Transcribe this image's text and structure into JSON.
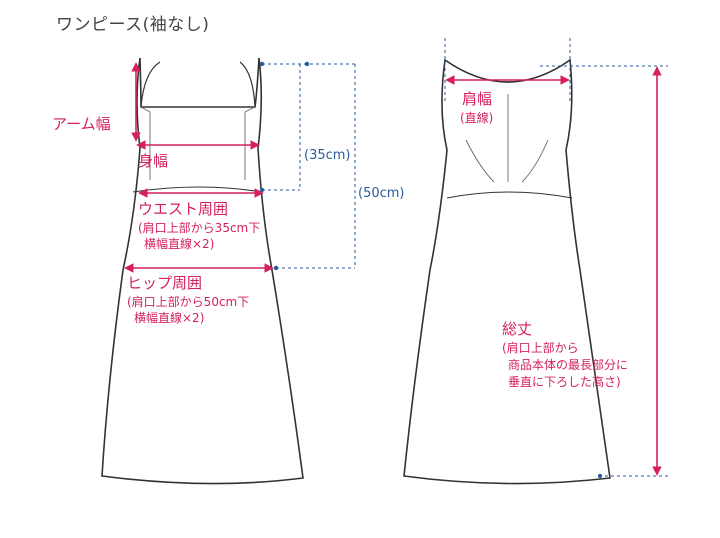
{
  "title": "ワンピース(袖なし)",
  "front": {
    "arm": "アーム幅",
    "chest": "身幅",
    "waist": "ウエスト周囲",
    "waist_note_1": "(肩口上部から35cm下",
    "waist_note_2": "横幅直線×2)",
    "hip": "ヒップ周囲",
    "hip_note_1": "(肩口上部から50cm下",
    "hip_note_2": "横幅直線×2)",
    "dim_35": "(35cm)",
    "dim_50": "(50cm)"
  },
  "back": {
    "shoulder": "肩幅",
    "shoulder_note": "(直線)",
    "length": "総丈",
    "length_note_1": "(肩口上部から",
    "length_note_2": "商品本体の最長部分に",
    "length_note_3": "垂直に下ろした高さ)"
  },
  "colors": {
    "accent": "#d4215e",
    "dimension": "#2a5a9b",
    "outline": "#333333"
  }
}
